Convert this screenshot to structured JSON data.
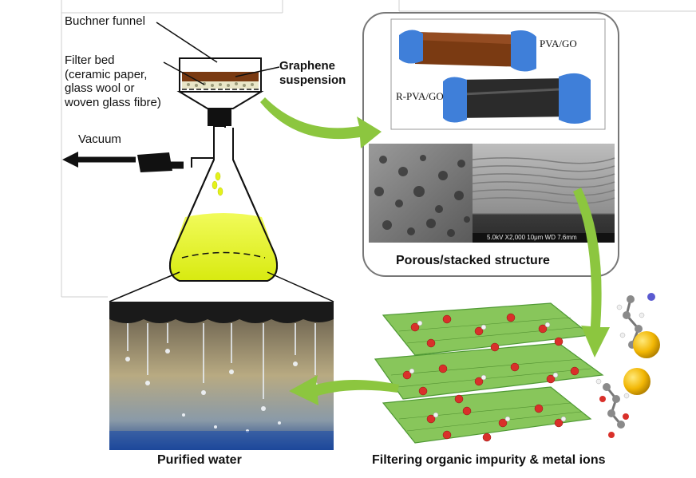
{
  "labels": {
    "buchner_funnel": "Buchner funnel",
    "filter_bed": "Filter bed\n(ceramic paper,\nglass wool or\nwoven glass fibre)",
    "graphene_suspension": "Graphene\nsuspension",
    "vacuum": "Vacuum",
    "pva_go": "PVA/GO",
    "r_pva_go": "R-PVA/GO",
    "sem_scale": "5.0kV  X2,000    10μm    WD 7.6mm",
    "porous_caption": "Porous/stacked structure",
    "purified_caption": "Purified water",
    "filtering_caption": "Filtering organic impurity & metal ions"
  },
  "colors": {
    "arrow_green": "#8cc63f",
    "flask_liquid": "#e4f21a",
    "graphene_sheet": "#3d8f1f",
    "metal_ion": "#f2b705",
    "film_pva_go": "#7a3a12",
    "film_r_pva_go": "#2b2b2b",
    "glove_blue": "#3f7fd9"
  }
}
